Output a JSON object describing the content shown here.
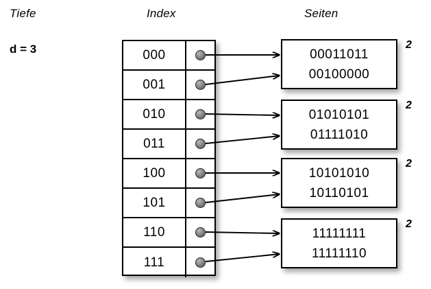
{
  "headers": {
    "depth": "Tiefe",
    "index": "Index",
    "pages": "Seiten"
  },
  "depth": {
    "label": "d = 3"
  },
  "index_table": {
    "rows": [
      {
        "key": "000",
        "pointer": "pointer-dot-icon",
        "target_page": 0
      },
      {
        "key": "001",
        "pointer": "pointer-dot-icon",
        "target_page": 0
      },
      {
        "key": "010",
        "pointer": "pointer-dot-icon",
        "target_page": 1
      },
      {
        "key": "011",
        "pointer": "pointer-dot-icon",
        "target_page": 1
      },
      {
        "key": "100",
        "pointer": "pointer-dot-icon",
        "target_page": 2
      },
      {
        "key": "101",
        "pointer": "pointer-dot-icon",
        "target_page": 2
      },
      {
        "key": "110",
        "pointer": "pointer-dot-icon",
        "target_page": 3
      },
      {
        "key": "111",
        "pointer": "pointer-dot-icon",
        "target_page": 3
      }
    ]
  },
  "pages": [
    {
      "line1": "00011011",
      "line2": "00100000",
      "count": "2"
    },
    {
      "line1": "01010101",
      "line2": "01111010",
      "count": "2"
    },
    {
      "line1": "10101010",
      "line2": "10110101",
      "count": "2"
    },
    {
      "line1": "11111111",
      "line2": "11111110",
      "count": "2"
    }
  ],
  "colors": {
    "background": "#ffffff",
    "stroke": "#000000",
    "pointer_dot": "#6e6e6e",
    "shadow": "rgba(0,0,0,0.35)"
  }
}
